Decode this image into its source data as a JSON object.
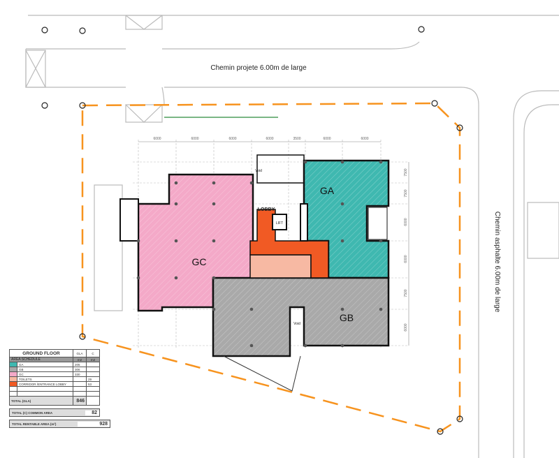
{
  "road_labels": {
    "top": "Chemin projete 6.00m de large",
    "right": "Chemin asphalte 6.00m de large"
  },
  "zones": {
    "ga": "GA",
    "gb": "GB",
    "gc": "GC",
    "lobby": "LOBBY",
    "lift": "LIFT",
    "void1": "Void",
    "void2": "Void"
  },
  "dimensions": {
    "horizontal": [
      "6000",
      "6000",
      "6000",
      "6000",
      "3500",
      "6000",
      "6000"
    ],
    "vertical": [
      "7500",
      "7500",
      "6000",
      "6000",
      "7500",
      "6000"
    ]
  },
  "colors": {
    "ga": "#3fb8b0",
    "gb": "#a9a9a9",
    "gc": "#f4a9c8",
    "toilets": "#f7b9a3",
    "lobby": "#f15a24",
    "boundary": "#f7931e"
  },
  "schedule": {
    "title": "GROUND FLOOR",
    "col_gla": "GLA",
    "col_c": "C",
    "subtitle": "AREA SCHEDULE",
    "unit_gla": "m2",
    "unit_c": "m2",
    "rows": [
      {
        "name": "GA",
        "gla": "205",
        "c": ""
      },
      {
        "name": "GB",
        "gla": "306",
        "c": ""
      },
      {
        "name": "GC",
        "gla": "330",
        "c": ""
      },
      {
        "name": "TOILETS",
        "gla": "",
        "c": "29"
      },
      {
        "name": "CORRIDOR /ENTRANCE LOBBY",
        "gla": "",
        "c": "53"
      }
    ],
    "total_gla_label": "TOTAL (GLA)",
    "total_gla": "846",
    "total_common_label": "TOTAL (C) COMMON AREA",
    "total_common": "82",
    "total_rentable_label": "TOTAL RENTABLE AREA (m²)",
    "total_rentable": "928"
  }
}
